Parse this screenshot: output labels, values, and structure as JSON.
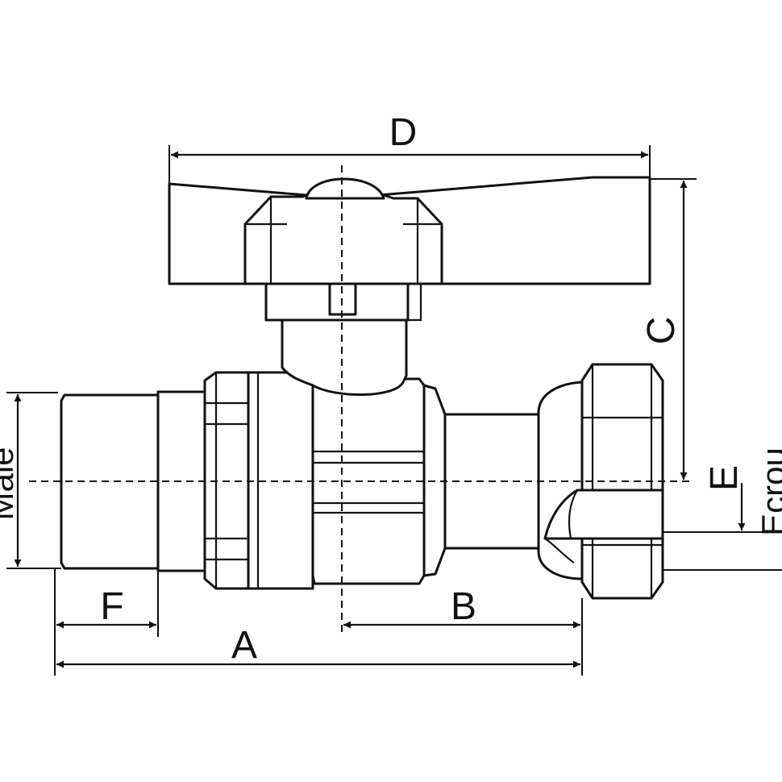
{
  "diagram": {
    "labels": {
      "A": "A",
      "B": "B",
      "C": "C",
      "D": "D",
      "E": "E",
      "F": "F",
      "male": "Male",
      "ecrou": "Ecrou"
    }
  }
}
